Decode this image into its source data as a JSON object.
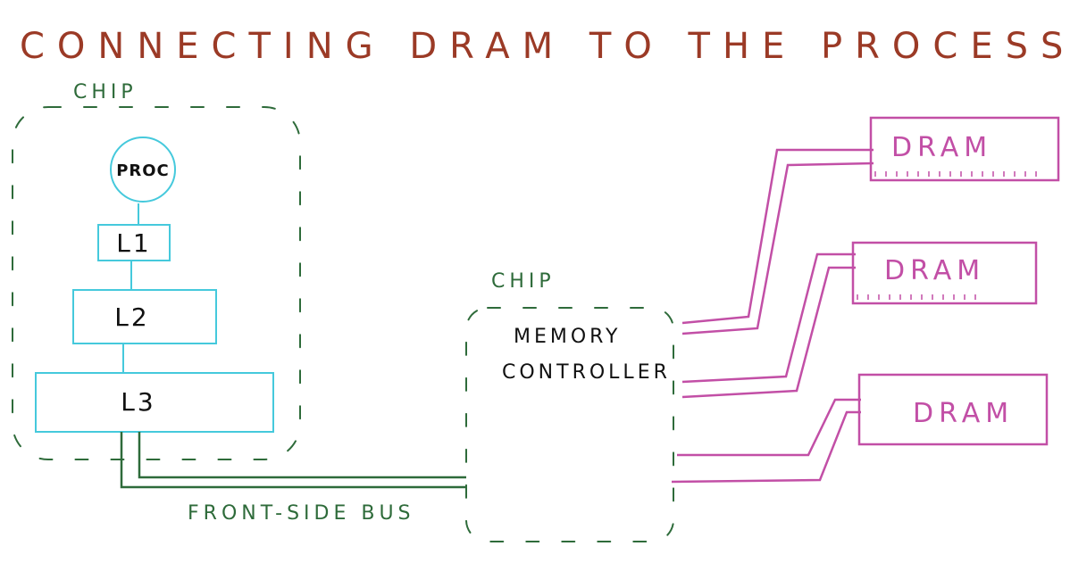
{
  "title": "CONNECTING DRAM TO THE PROCESSOR",
  "cpu_chip": {
    "label": "CHIP",
    "proc": "PROC",
    "l1": "L1",
    "l2": "L2",
    "l3": "L3"
  },
  "bus_label": "FRONT-SIDE BUS",
  "mc_chip": {
    "label": "CHIP",
    "line1": "MEMORY",
    "line2": "CONTROLLER"
  },
  "drams": [
    "DRAM",
    "DRAM",
    "DRAM"
  ],
  "colors": {
    "title": "#9b3a26",
    "chip_outline": "#2e6b3a",
    "cache": "#45c9dc",
    "dram": "#c24fa6"
  }
}
